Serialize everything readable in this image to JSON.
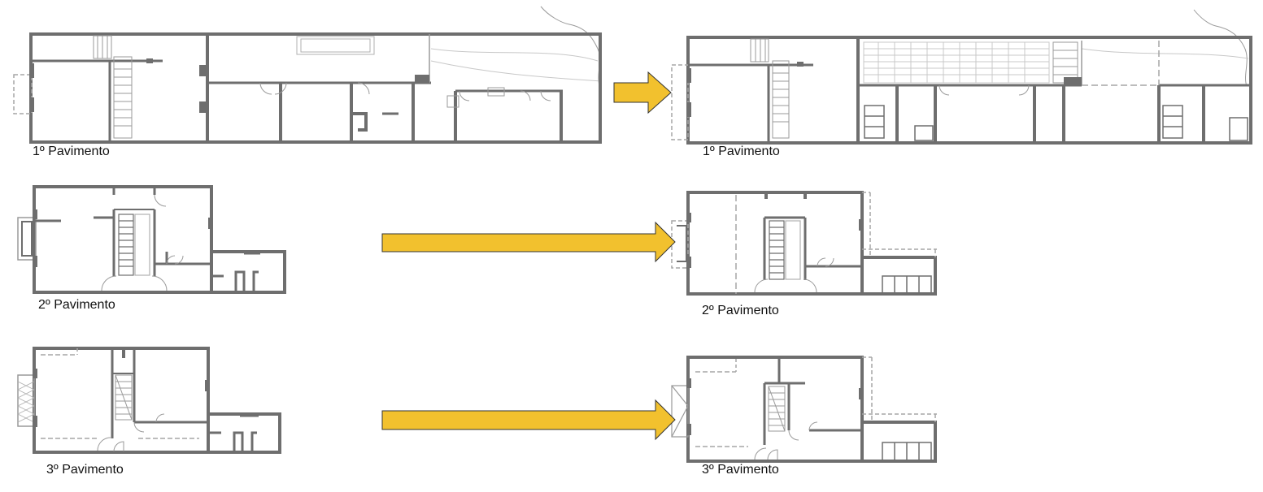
{
  "labels": {
    "before_floor1": "1º Pavimento",
    "after_floor1": "1º Pavimento",
    "before_floor2": "2º Pavimento",
    "after_floor2": "2º Pavimento",
    "before_floor3": "3º Pavimento",
    "after_floor3": "3º Pavimento"
  },
  "colors": {
    "wall": "#6e6e6e",
    "wall_light": "#9a9a9a",
    "dashed": "#a6a6a6",
    "arrow_fill": "#f2c12e",
    "arrow_stroke": "#333333"
  },
  "icons": {
    "transition": "arrow-right-icon"
  }
}
